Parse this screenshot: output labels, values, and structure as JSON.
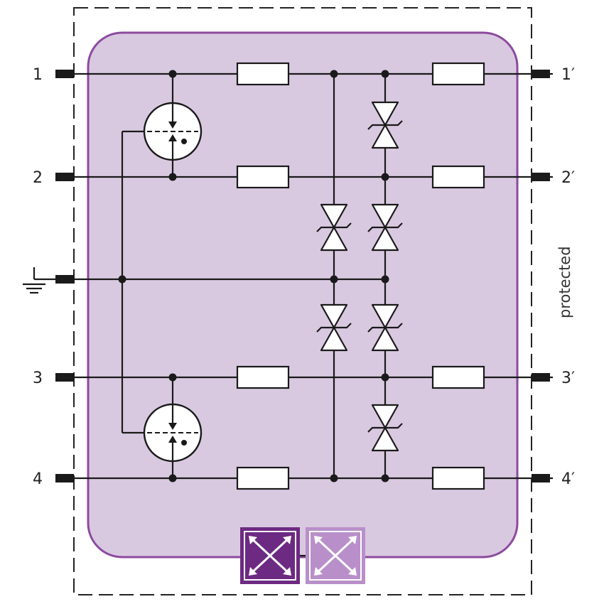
{
  "terminals": {
    "in": [
      "1",
      "2",
      "3",
      "4"
    ],
    "out": [
      "1′",
      "2′",
      "3′",
      "4′"
    ]
  },
  "side_label": "protected",
  "colors": {
    "module_fill": "#d9c9e0",
    "module_border": "#8c4b9e",
    "badge_dark": "#6d2a82",
    "badge_light": "#b98fc9",
    "wire": "#1a1a1a",
    "boundary": "#222222"
  },
  "icons": {
    "gas_discharge_tube": "gas-discharge-tube-icon",
    "tvs_diode": "tvs-diode-icon",
    "resistor": "resistor-icon",
    "ground": "ground-icon",
    "badges": [
      "function-badge-dark-icon",
      "function-badge-light-icon"
    ]
  }
}
